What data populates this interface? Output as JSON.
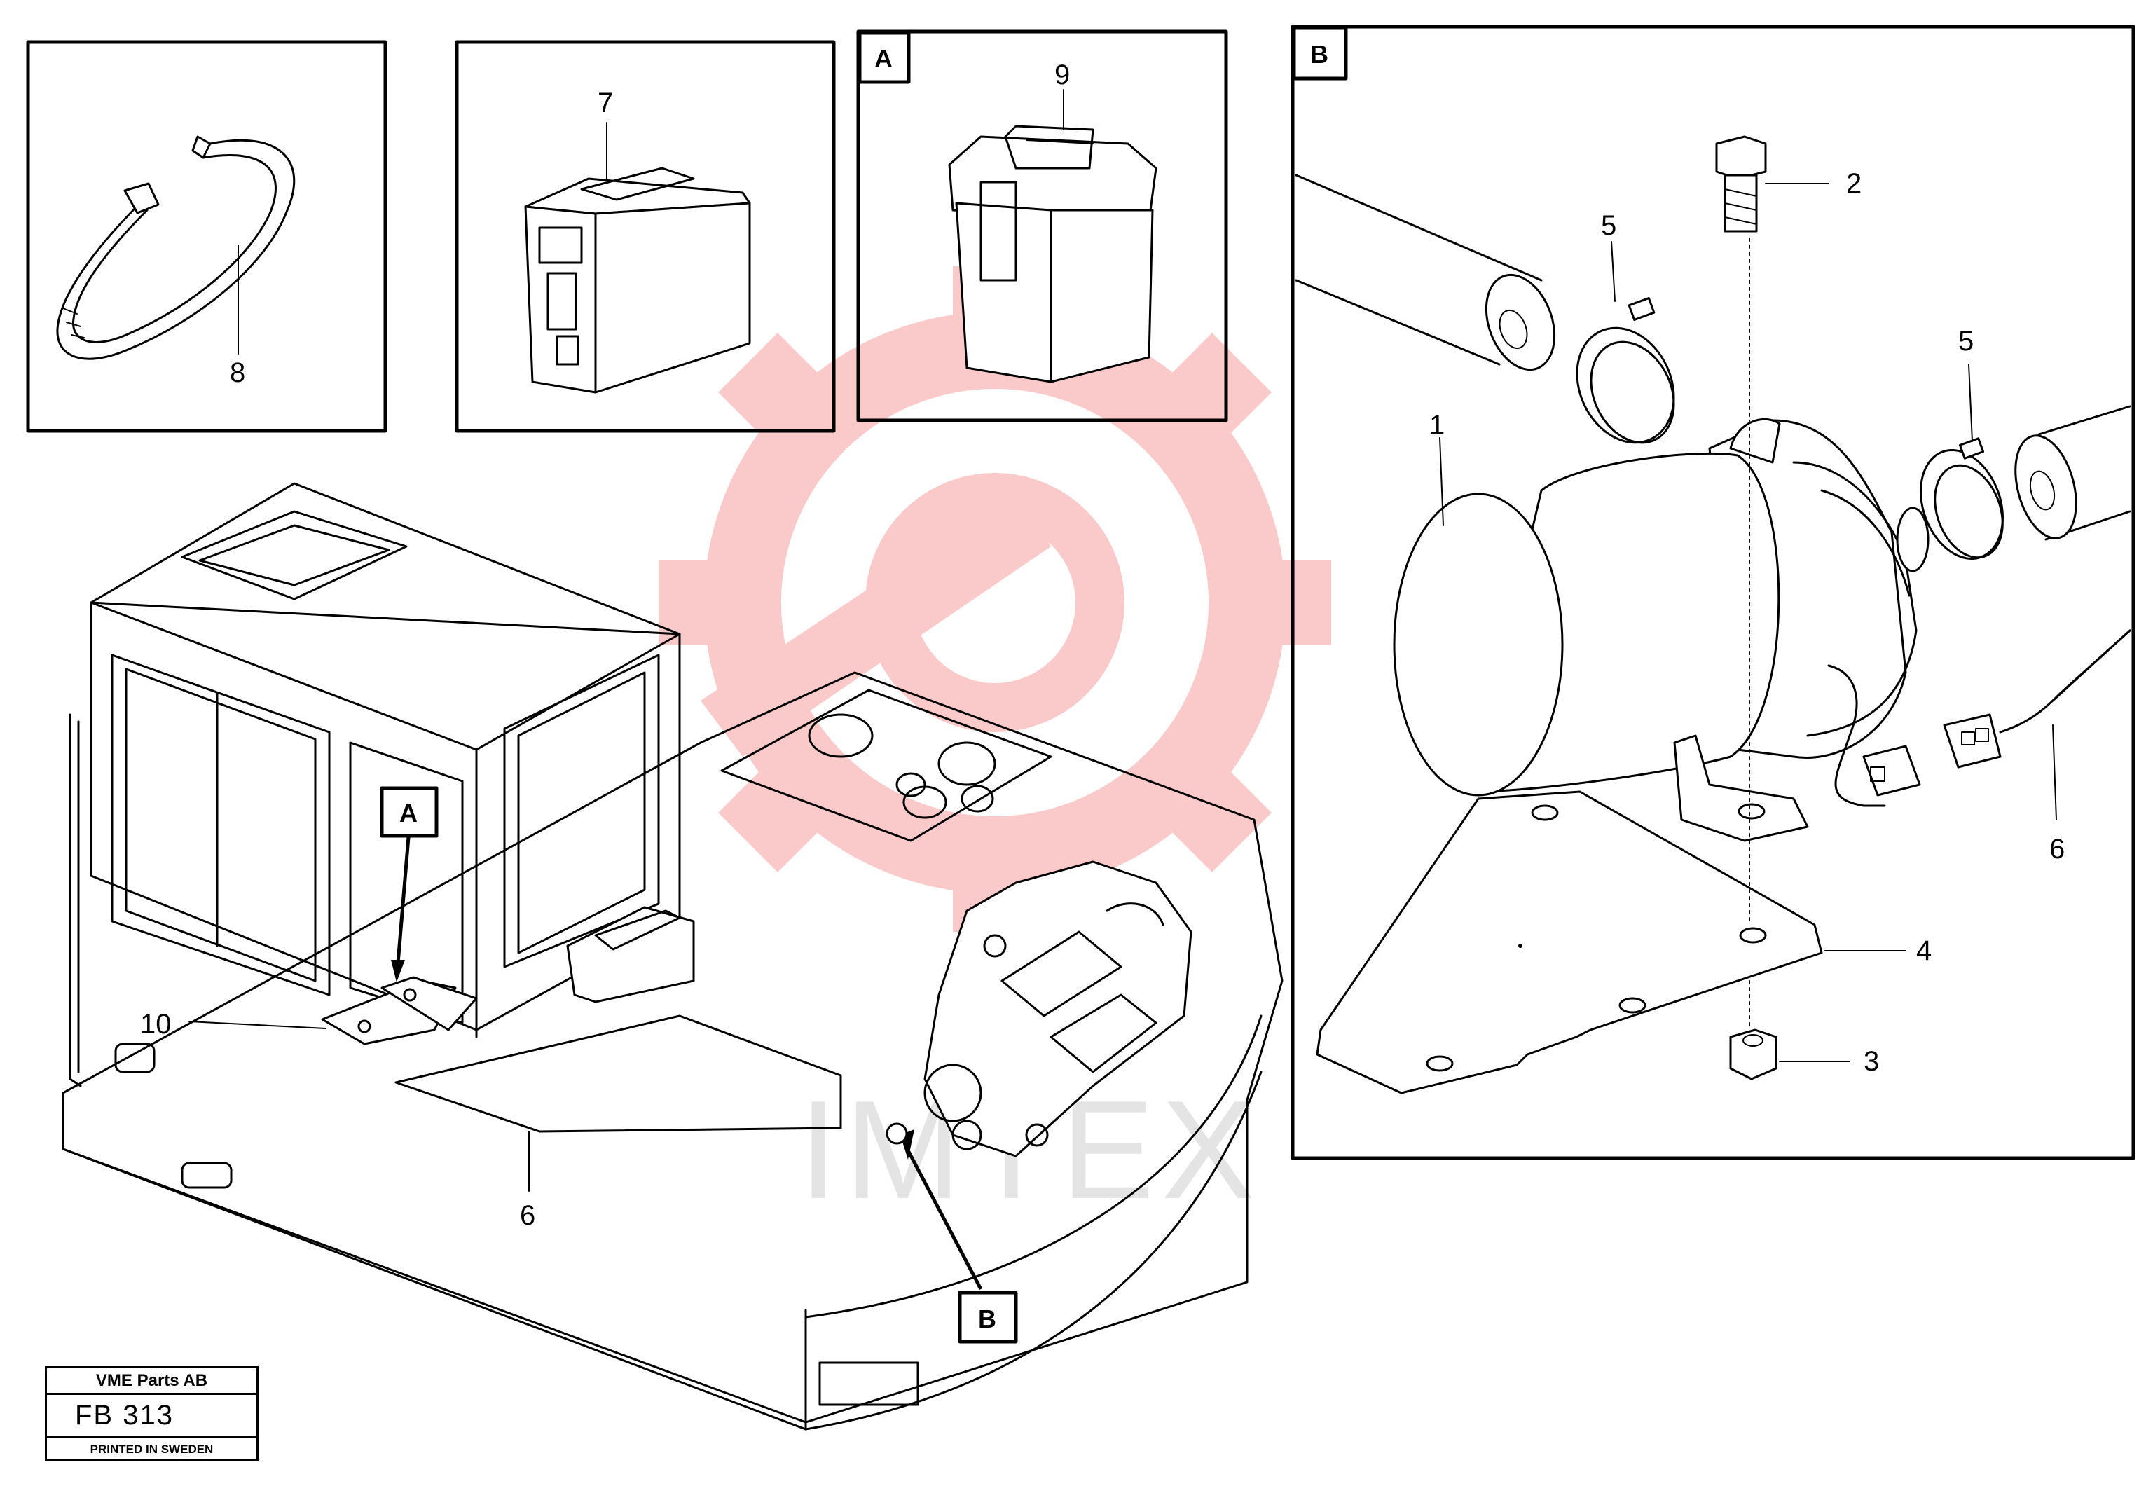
{
  "views": {
    "detail_a_tag": "A",
    "detail_b_tag": "B",
    "overview_a_tag": "A",
    "overview_b_tag": "B"
  },
  "callouts": {
    "c1": "1",
    "c2": "2",
    "c3": "3",
    "c4": "4",
    "c5a": "5",
    "c5b": "5",
    "c6_detail": "6",
    "c6_overview": "6",
    "c7": "7",
    "c8": "8",
    "c9": "9",
    "c10": "10"
  },
  "watermark": {
    "text": "IMTEX",
    "gear_color": "#f6a0a0",
    "text_color": "#cfcfcf"
  },
  "title_block": {
    "company": "VME Parts AB",
    "drawing_number": "FB 313",
    "printed": "PRINTED IN SWEDEN"
  }
}
